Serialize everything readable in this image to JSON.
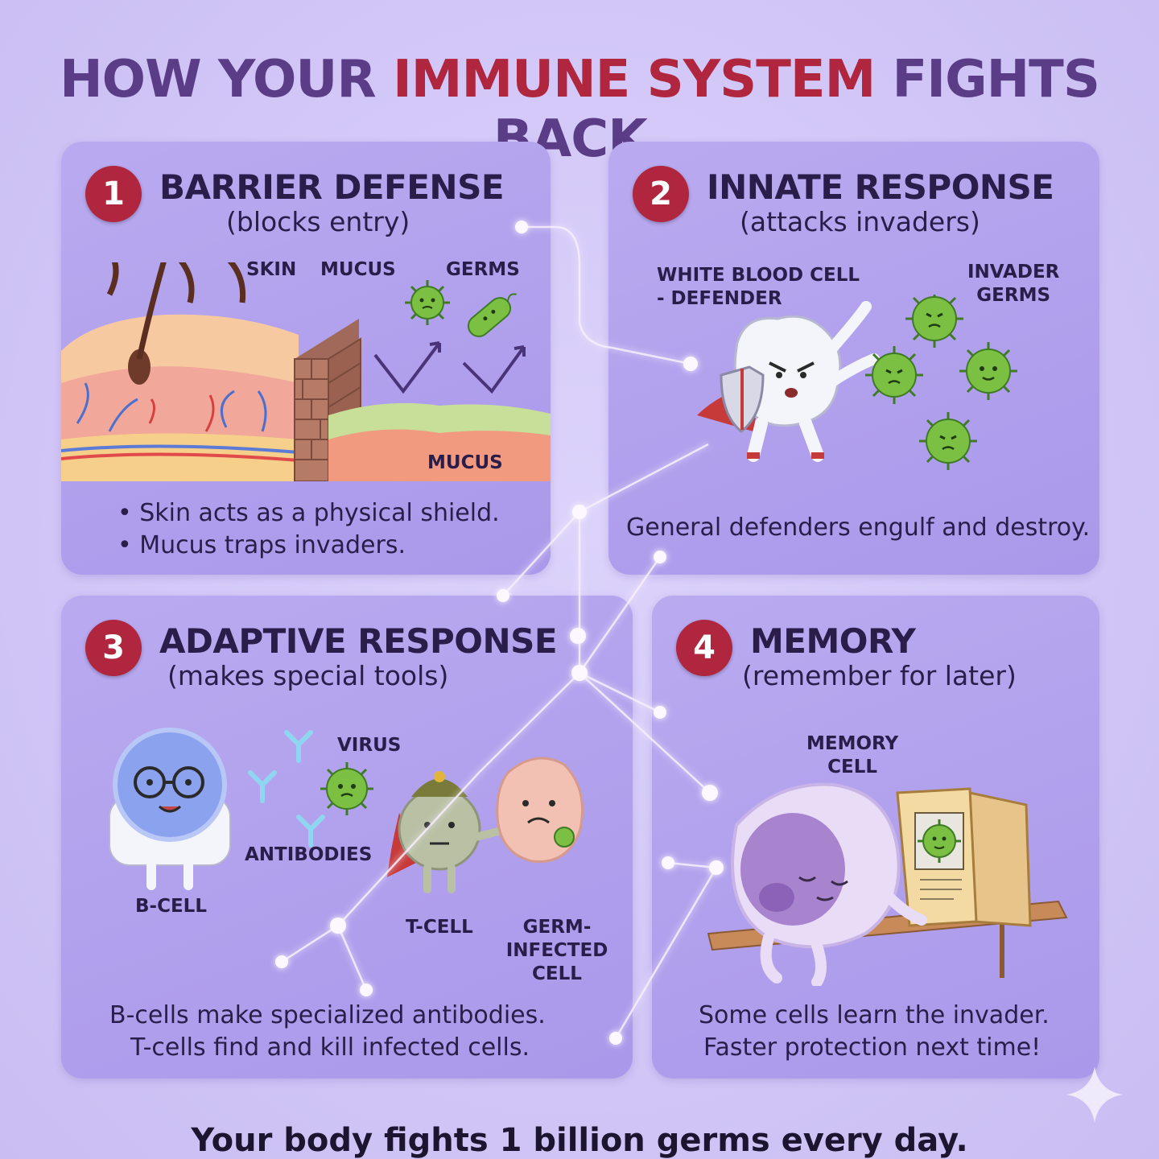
{
  "title": {
    "part1": "HOW YOUR ",
    "accent": "IMMUNE SYSTEM",
    "part2": " FIGHTS BACK."
  },
  "colors": {
    "background": "#d2c7f7",
    "panel": "#b2a2ee",
    "title_purple": "#5b3c86",
    "accent_red": "#b0263f",
    "germ_green": "#7bc043"
  },
  "panels": [
    {
      "number": "1",
      "title": "BARRIER DEFENSE",
      "subtitle": "(blocks entry)",
      "labels": {
        "skin": "SKIN",
        "mucus_top": "MUCUS",
        "germs": "GERMS",
        "mucus_bottom": "MUCUS"
      },
      "text": [
        "• Skin acts as a physical shield.",
        "• Mucus traps invaders."
      ]
    },
    {
      "number": "2",
      "title": "INNATE RESPONSE",
      "subtitle": "(attacks invaders)",
      "labels": {
        "defender": "WHITE BLOOD CELL\n- DEFENDER",
        "invaders": "INVADER\nGERMS"
      },
      "text": [
        "General defenders engulf and destroy."
      ]
    },
    {
      "number": "3",
      "title": "ADAPTIVE RESPONSE",
      "subtitle": "(makes special tools)",
      "labels": {
        "virus": "VIRUS",
        "antibodies": "ANTIBODIES",
        "bcell": "B-CELL",
        "tcell": "T-CELL",
        "infected": "GERM-INFECTED\nCELL"
      },
      "text": [
        "B-cells make specialized antibodies.",
        "T-cells find and kill infected cells."
      ]
    },
    {
      "number": "4",
      "title": "MEMORY",
      "subtitle": "(remember for later)",
      "labels": {
        "memory": "MEMORY\nCELL"
      },
      "text": [
        "Some cells learn the invader.",
        "Faster protection next time!"
      ]
    }
  ],
  "footer": "Your body fights 1 billion germs every day.",
  "icons": [
    "germ-icon",
    "white-blood-cell-icon",
    "shield-icon",
    "b-cell-icon",
    "t-cell-icon",
    "infected-cell-icon",
    "memory-cell-icon",
    "photo-frame-icon",
    "sparkle-icon"
  ]
}
